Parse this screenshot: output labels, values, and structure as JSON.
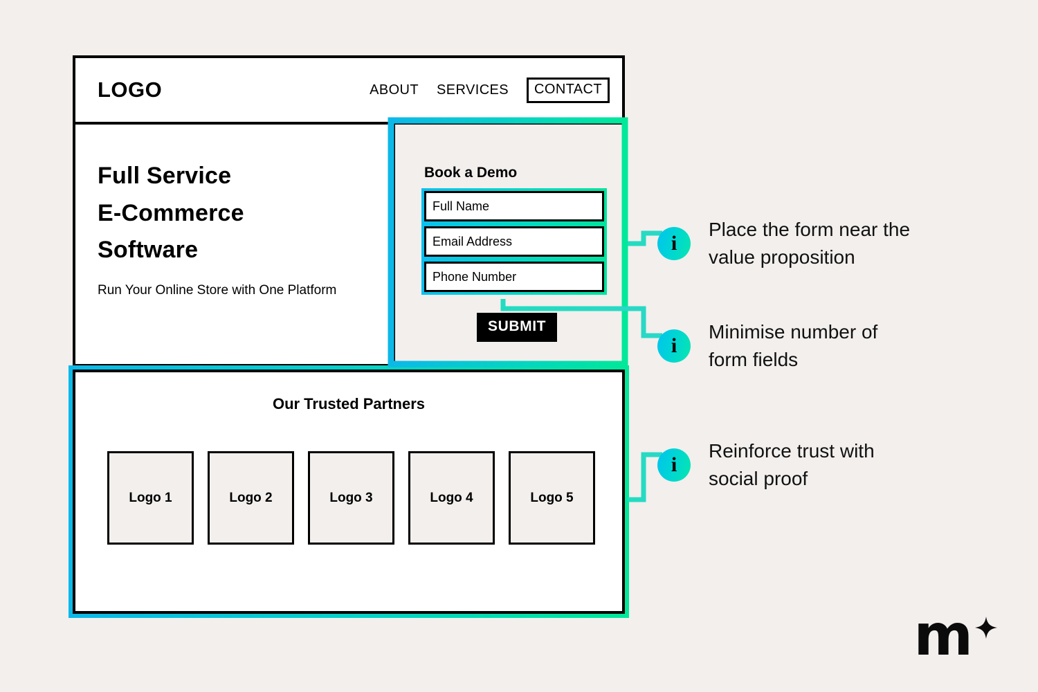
{
  "page": {
    "background_color": "#f2efed",
    "accent_cyan": "#0cb8e8",
    "accent_green": "#00e89a"
  },
  "wireframe": {
    "header": {
      "logo": "LOGO",
      "nav": [
        {
          "label": "ABOUT",
          "boxed": false
        },
        {
          "label": "SERVICES",
          "boxed": false
        },
        {
          "label": "CONTACT",
          "boxed": true
        }
      ]
    },
    "hero": {
      "title_lines": [
        "Full Service",
        "E-Commerce",
        "Software"
      ],
      "subtitle": "Run Your Online Store\nwith One Platform"
    },
    "form": {
      "title": "Book a Demo",
      "fields": [
        {
          "name": "full-name",
          "placeholder": "Full Name",
          "value": ""
        },
        {
          "name": "email-address",
          "placeholder": "Email Address",
          "value": ""
        },
        {
          "name": "phone-number",
          "placeholder": "Phone Number",
          "value": ""
        }
      ],
      "submit_label": "SUBMIT"
    },
    "partners": {
      "title": "Our Trusted Partners",
      "logos": [
        "Logo 1",
        "Logo 2",
        "Logo 3",
        "Logo 4",
        "Logo 5"
      ]
    }
  },
  "annotations": [
    {
      "icon": "info-icon",
      "text": "Place the form near the\nvalue proposition"
    },
    {
      "icon": "info-icon",
      "text": "Minimise number of\nform fields"
    },
    {
      "icon": "info-icon",
      "text": "Reinforce trust with\nsocial proof"
    }
  ],
  "brand": {
    "mark_letter": "m",
    "sparkle": "sparkle-icon"
  }
}
